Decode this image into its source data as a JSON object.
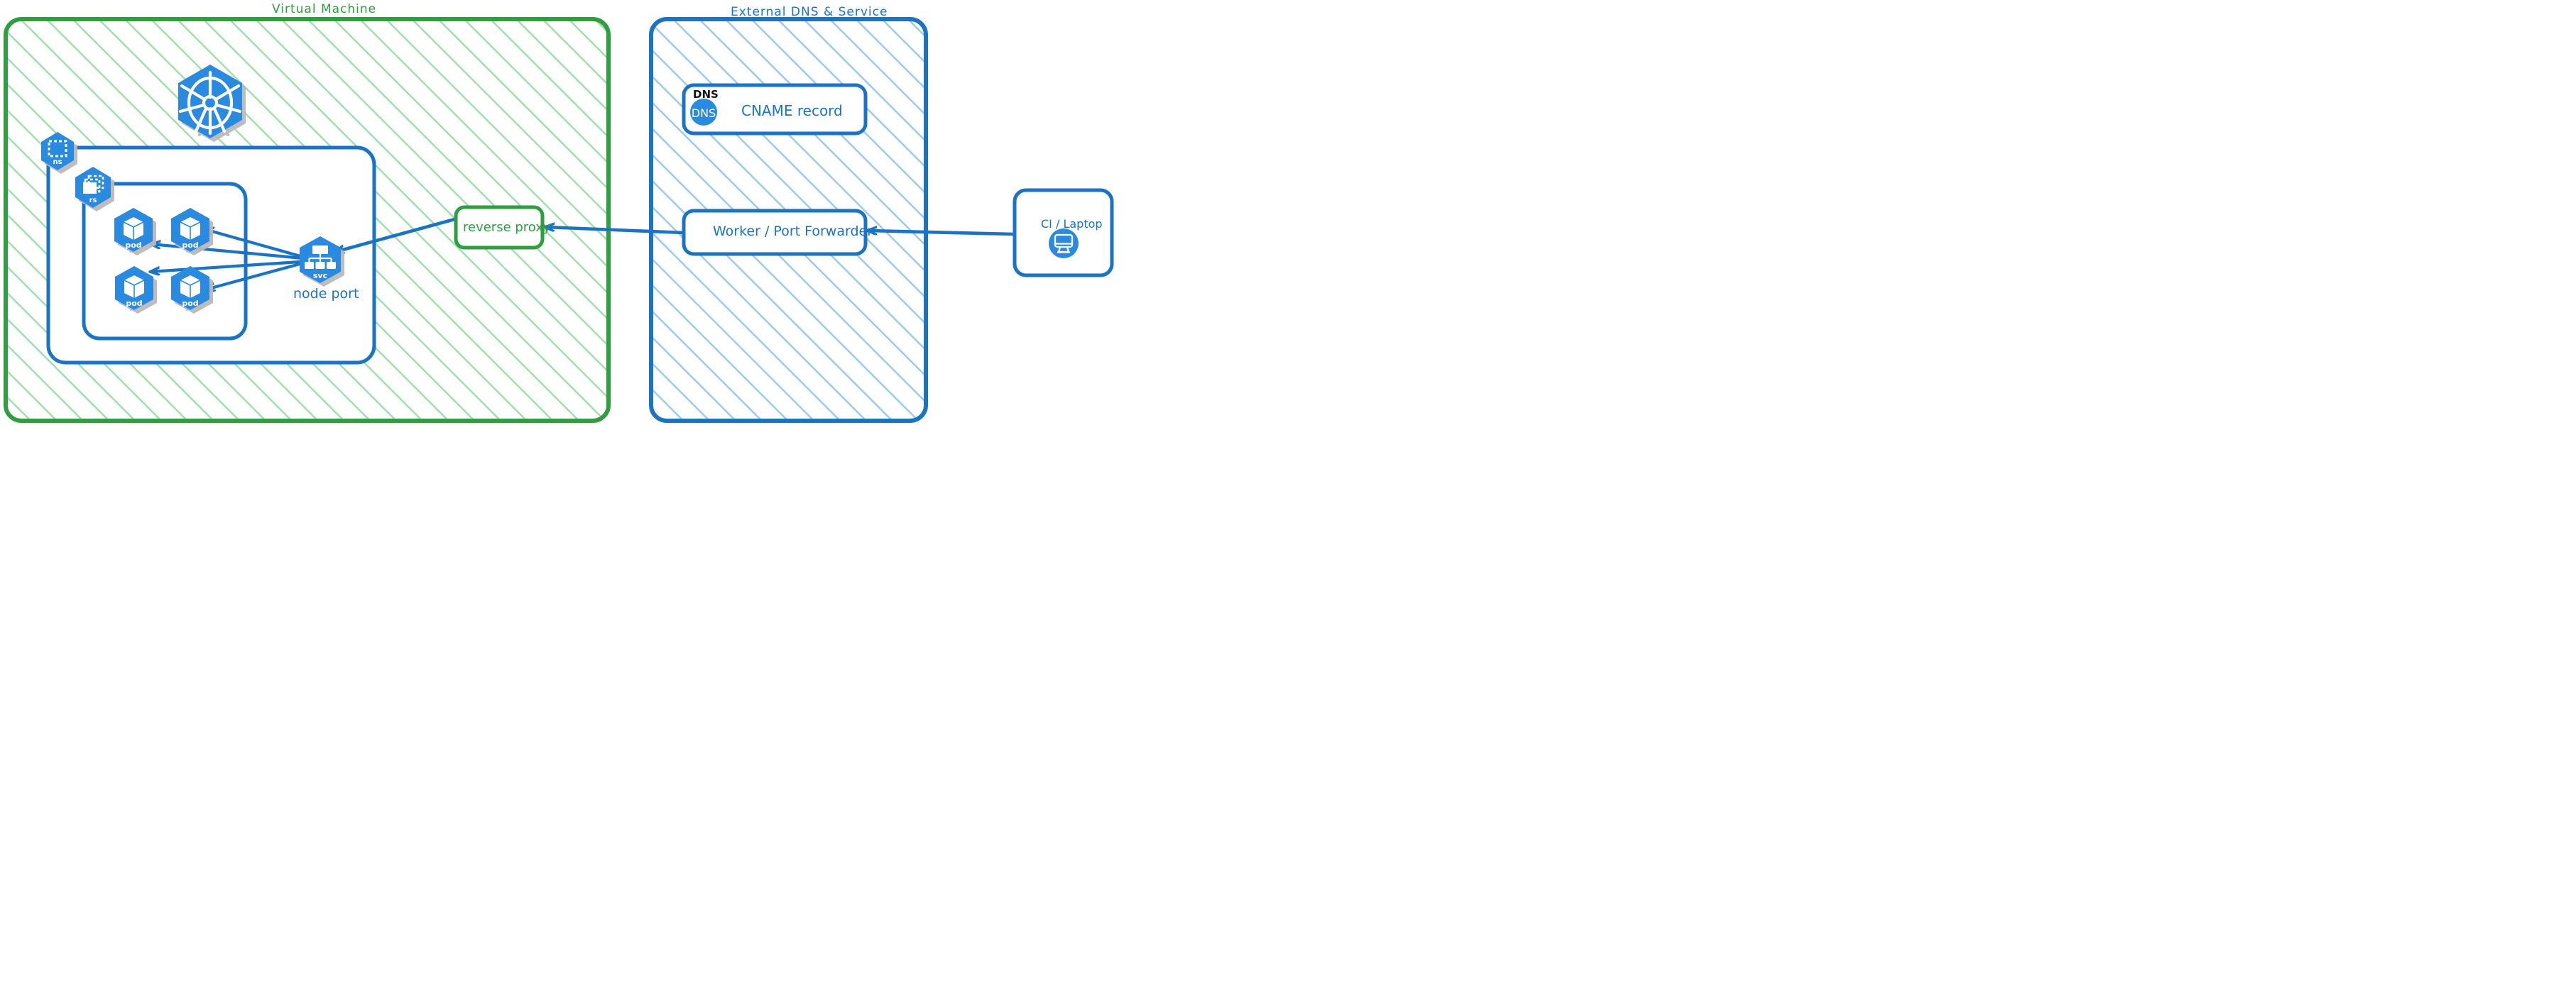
{
  "diagram": {
    "title_vm": "Virtual Machine",
    "title_ext": "External DNS & Service",
    "colors": {
      "green": "#2f9e41",
      "green_hatch": "#9fe0ad",
      "blue": "#1a73c4",
      "blue_hatch": "#9ccaf0",
      "k8s_blue": "#2a8ae0",
      "black": "#111111",
      "white": "#ffffff"
    }
  },
  "vm_panel": {
    "label": "Virtual Machine",
    "nodes": {
      "k8s_logo": "kubernetes-logo",
      "namespace": {
        "icon": "ns-icon",
        "caption": "ns"
      },
      "replicaset": {
        "icon": "rs-icon",
        "caption": "rs"
      },
      "pods": [
        {
          "icon": "pod-icon",
          "caption": "pod"
        },
        {
          "icon": "pod-icon",
          "caption": "pod"
        },
        {
          "icon": "pod-icon",
          "caption": "pod"
        },
        {
          "icon": "pod-icon",
          "caption": "pod"
        }
      ],
      "service": {
        "icon": "svc-icon",
        "caption": "svc",
        "label": "node port"
      },
      "reverse_proxy": {
        "label": "reverse proxy"
      }
    }
  },
  "ext_panel": {
    "label": "External DNS & Service",
    "dns_card": {
      "tag": "DNS",
      "badge": "DNS",
      "title": "CNAME record"
    },
    "worker_card": {
      "label": "Worker / Port Forwarder"
    }
  },
  "client": {
    "label": "CI / Laptop",
    "icon": "desktop-monitor-icon"
  },
  "edges": [
    {
      "from": "svc",
      "to": "pod-1"
    },
    {
      "from": "svc",
      "to": "pod-2"
    },
    {
      "from": "svc",
      "to": "pod-3"
    },
    {
      "from": "svc",
      "to": "pod-4"
    },
    {
      "from": "reverse-proxy",
      "to": "svc"
    },
    {
      "from": "worker-port-forwarder",
      "to": "reverse-proxy"
    },
    {
      "from": "ci-laptop",
      "to": "worker-port-forwarder"
    }
  ]
}
